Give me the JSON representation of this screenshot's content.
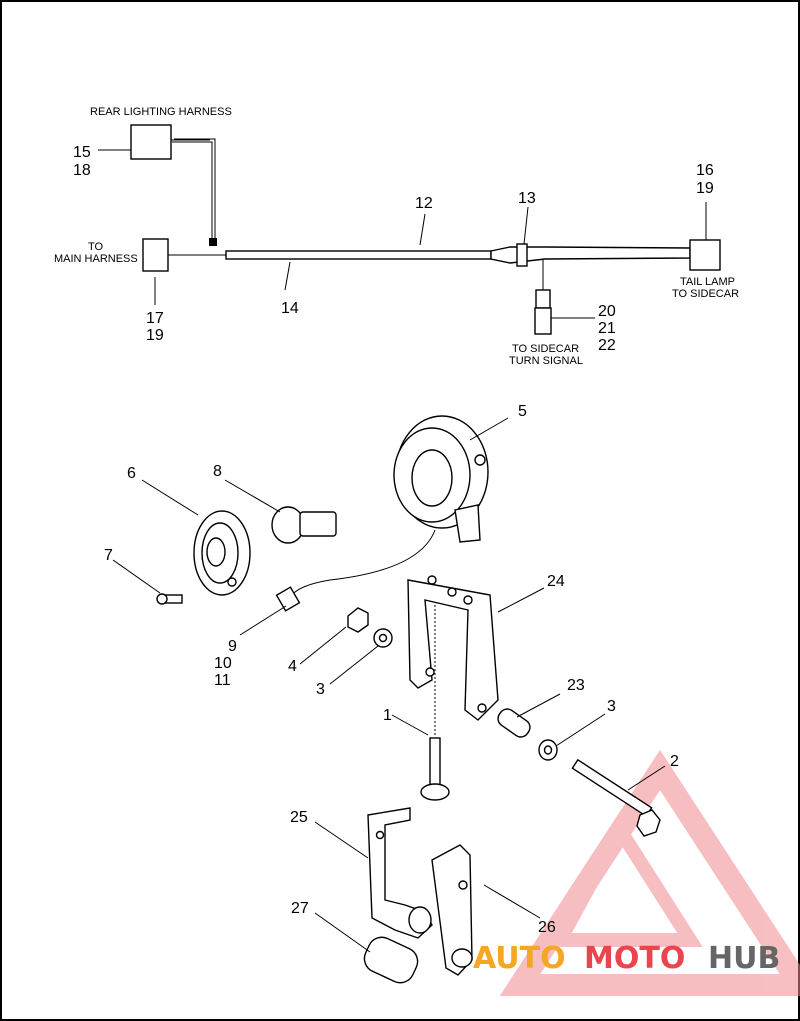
{
  "diagram": {
    "callouts": {
      "c1": "1",
      "c2": "2",
      "c3a": "3",
      "c3b": "3",
      "c4": "4",
      "c5": "5",
      "c6": "6",
      "c7": "7",
      "c8": "8",
      "c9": "9",
      "c10": "10",
      "c11": "11",
      "c12": "12",
      "c13": "13",
      "c14": "14",
      "c15": "15",
      "c16": "16",
      "c17": "17",
      "c18": "18",
      "c19a": "19",
      "c19b": "19",
      "c20": "20",
      "c21": "21",
      "c22": "22",
      "c23": "23",
      "c24": "24",
      "c25": "25",
      "c26": "26",
      "c27": "27"
    },
    "labels": {
      "rear_lighting_harness": "REAR LIGHTING HARNESS",
      "to_main_1": "TO",
      "to_main_2": "MAIN HARNESS",
      "tail_lamp_1": "TAIL LAMP",
      "tail_lamp_2": "TO SIDECAR",
      "turn_signal_1": "TO SIDECAR",
      "turn_signal_2": "TURN SIGNAL"
    }
  },
  "watermark": {
    "part1": "AUTO",
    "part2": "MOTO",
    "part3": "HUB",
    "color1": "#f5a623",
    "color2": "#e8454f",
    "color3": "#666666",
    "triangle_color": "#f08a8f"
  }
}
